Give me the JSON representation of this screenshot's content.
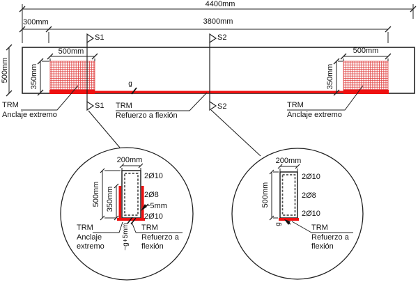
{
  "figure": {
    "elevation": {
      "dim_total": "4400mm",
      "dim_offset": "300mm",
      "dim_span": "3800mm",
      "dim_height": "500mm",
      "dim_anchor_length": "500mm",
      "dim_anchor_height": "350mm",
      "section_1": "S1",
      "section_2": "S2",
      "gap": "g",
      "anchor_label_line1": "TRM",
      "anchor_label_line2": "Anclaje extremo",
      "flex_label_line1": "TRM",
      "flex_label_line2": "Refuerzo a flexión"
    },
    "detail_left": {
      "dim_width": "200mm",
      "dim_height": "500mm",
      "dim_anchor_height": "350mm",
      "rebar_top": "2Ø10",
      "rebar_middle": "2Ø8",
      "trm_thickness": "~5mm",
      "rebar_bottom": "2Ø10",
      "gap": "~g+5mm",
      "anchor_label_line1": "TRM",
      "anchor_label_line2": "Anclaje",
      "anchor_label_line3": "extremo",
      "flex_label_line1": "TRM",
      "flex_label_line2": "Refuerzo a",
      "flex_label_line3": "flexión"
    },
    "detail_right": {
      "dim_width": "200mm",
      "dim_height": "500mm",
      "rebar_top": "2Ø10",
      "rebar_middle": "2Ø8",
      "rebar_bottom": "2Ø10",
      "gap": "g",
      "flex_label_line1": "TRM",
      "flex_label_line2": "Refuerzo a",
      "flex_label_line3": "flexión"
    },
    "colors": {
      "trm_red": "#ee1111",
      "line": "#222222"
    }
  }
}
